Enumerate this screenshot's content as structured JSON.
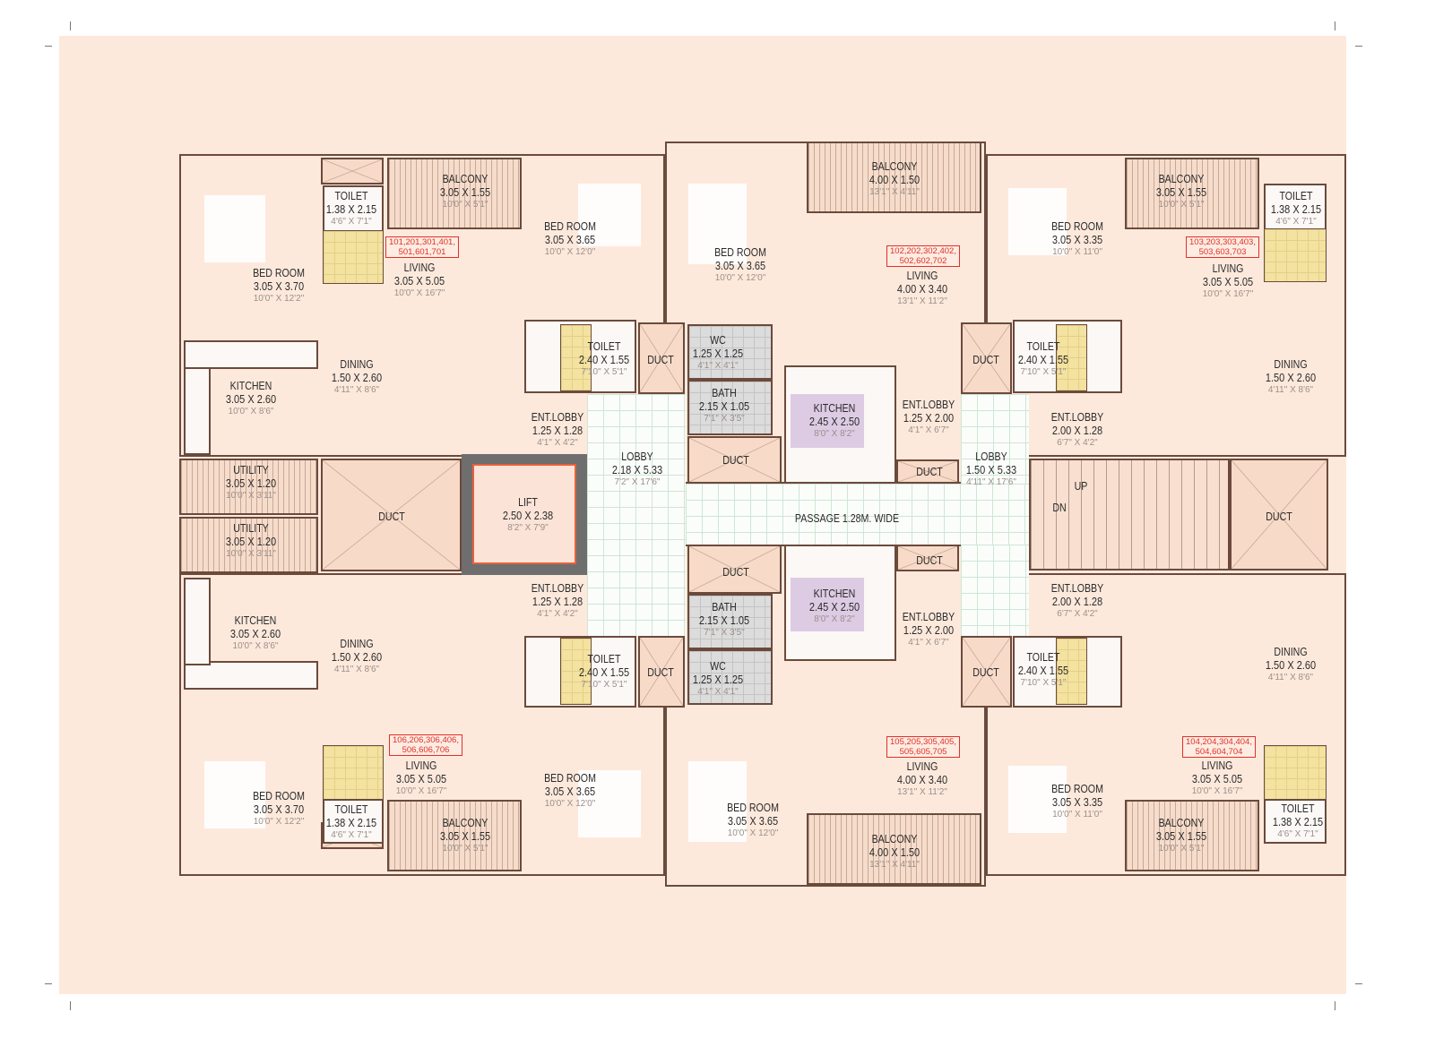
{
  "rooms": [
    {
      "name": "TOILET",
      "size": "1.38 X 2.15",
      "imperial": "4'6\" X 7'1\""
    },
    {
      "name": "BALCONY",
      "size": "3.05 X 1.55",
      "imperial": "10'0\" X 5'1\""
    },
    {
      "name": "BED ROOM",
      "size": "3.05 X 3.70",
      "imperial": "10'0\" X 12'2\""
    },
    {
      "name": "LIVING",
      "size": "3.05 X 5.05",
      "imperial": "10'0\" X 16'7\""
    },
    {
      "name": "BED ROOM",
      "size": "3.05 X 3.65",
      "imperial": "10'0\" X 12'0\""
    },
    {
      "name": "KITCHEN",
      "size": "3.05 X 2.60",
      "imperial": "10'0\" X 8'6\""
    },
    {
      "name": "DINING",
      "size": "1.50 X 2.60",
      "imperial": "4'11\" X 8'6\""
    },
    {
      "name": "TOILET",
      "size": "2.40 X 1.55",
      "imperial": "7'10\" X 5'1\""
    },
    {
      "name": "DUCT"
    },
    {
      "name": "ENT.LOBBY",
      "size": "1.25 X 1.28",
      "imperial": "4'1\" X 4'2\""
    },
    {
      "name": "UTILITY",
      "size": "3.05 X 1.20",
      "imperial": "10'0\" X 3'11\""
    },
    {
      "name": "UTILITY",
      "size": "3.05 X 1.20",
      "imperial": "10'0\" X 3'11\""
    },
    {
      "name": "DUCT"
    },
    {
      "name": "LIFT",
      "size": "2.50 X 2.38",
      "imperial": "8'2\" X 7'9\""
    },
    {
      "name": "LOBBY",
      "size": "2.18 X 5.33",
      "imperial": "7'2\" X 17'6\""
    },
    {
      "name": "BED ROOM",
      "size": "3.05 X 3.65",
      "imperial": "10'0\" X 12'0\""
    },
    {
      "name": "BALCONY",
      "size": "4.00 X 1.50",
      "imperial": "13'1\" X 4'11\""
    },
    {
      "name": "LIVING",
      "size": "4.00 X 3.40",
      "imperial": "13'1\" X 11'2\""
    },
    {
      "name": "WC",
      "size": "1.25 X 1.25",
      "imperial": "4'1\" X 4'1\""
    },
    {
      "name": "BATH",
      "size": "2.15 X 1.05",
      "imperial": "7'1\" X 3'5\""
    },
    {
      "name": "DUCT"
    },
    {
      "name": "KITCHEN",
      "size": "2.45 X 2.50",
      "imperial": "8'0\" X 8'2\""
    },
    {
      "name": "ENT.LOBBY",
      "size": "1.25 X 2.00",
      "imperial": "4'1\" X 6'7\""
    },
    {
      "name": "DUCT"
    },
    {
      "name": "DUCT"
    },
    {
      "name": "LOBBY",
      "size": "1.50 X 5.33",
      "imperial": "4'11\" X 17'6\""
    },
    {
      "name": "PASSAGE 1.28M. WIDE"
    },
    {
      "name": "TOILET",
      "size": "2.40 X 1.55",
      "imperial": "7'10\" X 5'1\""
    },
    {
      "name": "BED ROOM",
      "size": "3.05 X 3.35",
      "imperial": "10'0\" X 11'0\""
    },
    {
      "name": "BALCONY",
      "size": "3.05 X 1.55",
      "imperial": "10'0\" X 5'1\""
    },
    {
      "name": "TOILET",
      "size": "1.38 X 2.15",
      "imperial": "4'6\" X 7'1\""
    },
    {
      "name": "LIVING",
      "size": "3.05 X 5.05",
      "imperial": "10'0\" X 16'7\""
    },
    {
      "name": "DINING",
      "size": "1.50 X 2.60",
      "imperial": "4'11\" X 8'6\""
    },
    {
      "name": "ENT.LOBBY",
      "size": "2.00 X 1.28",
      "imperial": "6'7\" X 4'2\""
    },
    {
      "name": "UP"
    },
    {
      "name": "DN"
    },
    {
      "name": "DUCT"
    },
    {
      "name": "ENT.LOBBY",
      "size": "1.25 X 1.28",
      "imperial": "4'1\" X 4'2\""
    },
    {
      "name": "KITCHEN",
      "size": "3.05 X 2.60",
      "imperial": "10'0\" X 8'6\""
    },
    {
      "name": "DINING",
      "size": "1.50 X 2.60",
      "imperial": "4'11\" X 8'6\""
    },
    {
      "name": "TOILET",
      "size": "2.40 X 1.55",
      "imperial": "7'10\" X 5'1\""
    },
    {
      "name": "DUCT"
    },
    {
      "name": "LIVING",
      "size": "3.05 X 5.05",
      "imperial": "10'0\" X 16'7\""
    },
    {
      "name": "BED ROOM",
      "size": "3.05 X 3.70",
      "imperial": "10'0\" X 12'2\""
    },
    {
      "name": "TOILET",
      "size": "1.38 X 2.15",
      "imperial": "4'6\" X 7'1\""
    },
    {
      "name": "BALCONY",
      "size": "3.05 X 1.55",
      "imperial": "10'0\" X 5'1\""
    },
    {
      "name": "BED ROOM",
      "size": "3.05 X 3.65",
      "imperial": "10'0\" X 12'0\""
    },
    {
      "name": "DUCT"
    },
    {
      "name": "BATH",
      "size": "2.15 X 1.05",
      "imperial": "7'1\" X 3'5\""
    },
    {
      "name": "WC",
      "size": "1.25 X 1.25",
      "imperial": "4'1\" X 4'1\""
    },
    {
      "name": "KITCHEN",
      "size": "2.45 X 2.50",
      "imperial": "8'0\" X 8'2\""
    },
    {
      "name": "DUCT"
    },
    {
      "name": "ENT.LOBBY",
      "size": "1.25 X 2.00",
      "imperial": "4'1\" X 6'7\""
    },
    {
      "name": "LIVING",
      "size": "4.00 X 3.40",
      "imperial": "13'1\" X 11'2\""
    },
    {
      "name": "BED ROOM",
      "size": "3.05 X 3.65",
      "imperial": "10'0\" X 12'0\""
    },
    {
      "name": "BALCONY",
      "size": "4.00 X 1.50",
      "imperial": "13'1\" X 4'11\""
    },
    {
      "name": "DUCT"
    },
    {
      "name": "TOILET",
      "size": "2.40 X 1.55",
      "imperial": "7'10\" X 5'1\""
    },
    {
      "name": "ENT.LOBBY",
      "size": "2.00 X 1.28",
      "imperial": "6'7\" X 4'2\""
    },
    {
      "name": "DINING",
      "size": "1.50 X 2.60",
      "imperial": "4'11\" X 8'6\""
    },
    {
      "name": "LIVING",
      "size": "3.05 X 5.05",
      "imperial": "10'0\" X 16'7\""
    },
    {
      "name": "BED ROOM",
      "size": "3.05 X 3.35",
      "imperial": "10'0\" X 11'0\""
    },
    {
      "name": "BALCONY",
      "size": "3.05 X 1.55",
      "imperial": "10'0\" X 5'1\""
    },
    {
      "name": "TOILET",
      "size": "1.38 X 2.15",
      "imperial": "4'6\" X 7'1\""
    }
  ],
  "units": [
    {
      "line1": "101,201,301,401,",
      "line2": "501,601,701"
    },
    {
      "line1": "102,202,302,402,",
      "line2": "502,602,702"
    },
    {
      "line1": "103,203,303,403,",
      "line2": "503,603,703"
    },
    {
      "line1": "106,206,306,406,",
      "line2": "506,606,706"
    },
    {
      "line1": "105,205,305,405,",
      "line2": "505,605,705"
    },
    {
      "line1": "104,204,304,404,",
      "line2": "504,604,704"
    }
  ],
  "colors": {
    "orange_unit": "#f6b999",
    "lavender_unit": "#ddcbe4",
    "unit_number": "#e0302a",
    "page": "#fde9dc"
  }
}
